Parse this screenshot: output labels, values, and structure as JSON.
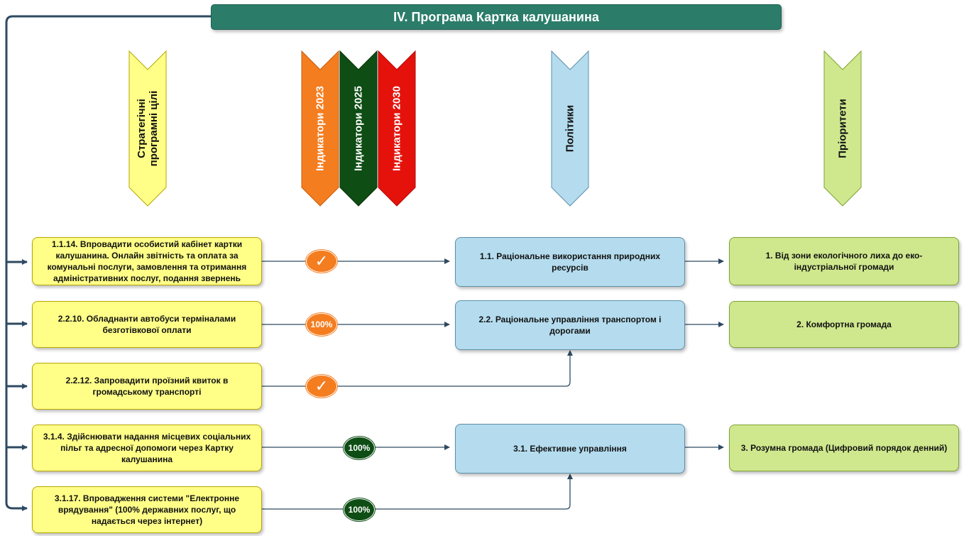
{
  "title": "IV. Програма Картка калушанина",
  "columns": {
    "goals": "Стратегічні\nпрограмні цілі",
    "ind2023": "Індикатори 2023",
    "ind2025": "Індикатори 2025",
    "ind2030": "Індикатори 2030",
    "policies": "Політики",
    "priorities": "Пріоритети"
  },
  "colors": {
    "header": "#2b7d6a",
    "goals": "#ffff88",
    "ind2023": "#f47d20",
    "ind2025": "#0e4d14",
    "ind2030": "#e5120c",
    "policies": "#b4dcee",
    "priorities": "#cfe88e"
  },
  "goals": [
    "1.1.14. Впровадити особистий кабінет картки калушанина. Онлайн звітність та оплата за комунальні послуги, замовлення та отримання адміністративних послуг, подання звернень",
    "2.2.10. Обладнанти автобуси терміналами безготівкової оплати",
    "2.2.12. Запровадити проїзний квиток в громадському транспорті",
    "3.1.4. Здійснювати надання місцевих соціальних пільг та адресної допомоги через Картку калушанина",
    "3.1.17. Впровадження системи \"Електронне врядування\" (100% державних послуг, що надається через інтернет)"
  ],
  "indicators": [
    {
      "icon": "checkmark-icon",
      "text": "✓",
      "color": "#f47d20"
    },
    {
      "icon": "",
      "text": "100%",
      "color": "#f47d20"
    },
    {
      "icon": "checkmark-icon",
      "text": "✓",
      "color": "#f47d20"
    },
    {
      "icon": "",
      "text": "100%",
      "color": "#0e4d14"
    },
    {
      "icon": "",
      "text": "100%",
      "color": "#0e4d14"
    }
  ],
  "policies": [
    "1.1. Раціональне використання природних ресурсів",
    "2.2. Раціональне управління транспортом і дорогами",
    "3.1. Ефективне управління"
  ],
  "priorities": [
    "1. Від зони екологічного лиха до еко-індустріальної громади",
    "2. Комфортна громада",
    "3. Розумна громада (Цифровий порядок денний)"
  ]
}
